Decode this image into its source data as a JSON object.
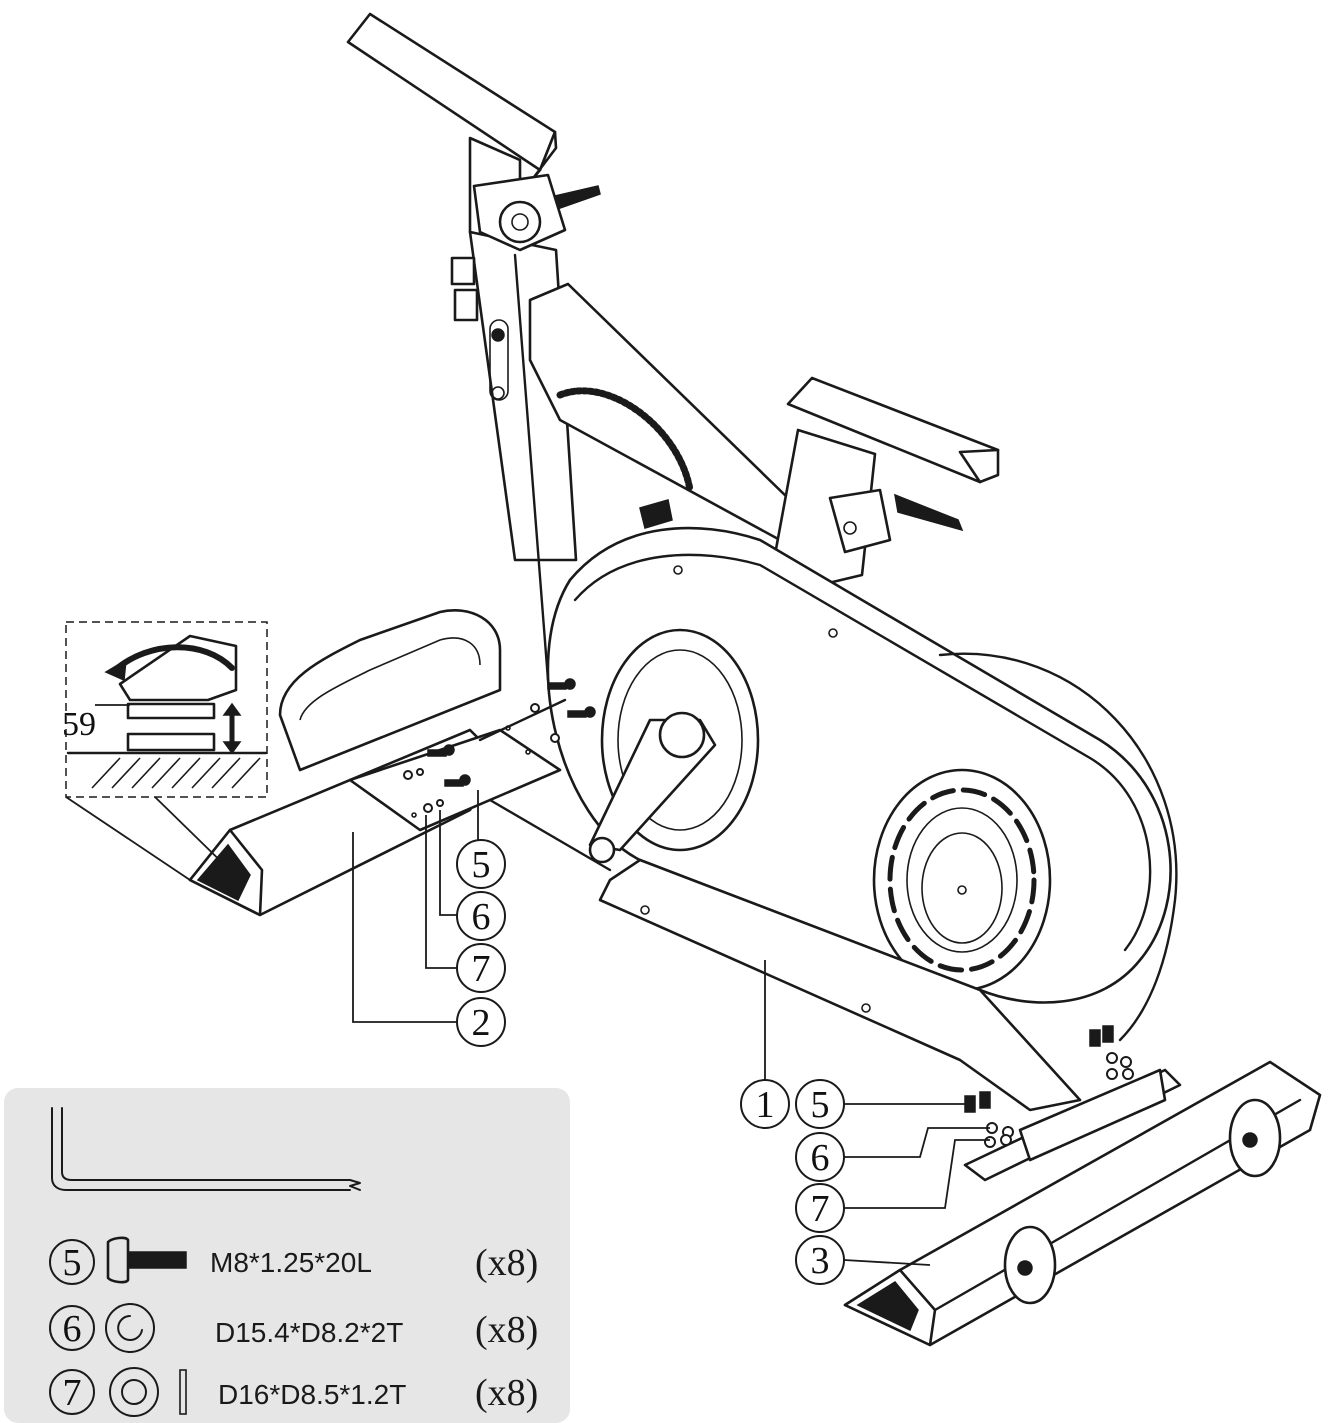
{
  "callouts": {
    "rear_stabilizer": "2",
    "rear_bolt": "5",
    "rear_spring_washer": "6",
    "rear_flat_washer": "7",
    "frame": "1",
    "front_bolt": "5",
    "front_spring_washer": "6",
    "front_flat_washer": "7",
    "front_stabilizer": "3",
    "leveler": "59"
  },
  "hardware": {
    "items": [
      {
        "num": "5",
        "spec": "M8*1.25*20L",
        "qty": "(x8)",
        "icon": "bolt-icon"
      },
      {
        "num": "6",
        "spec": "D15.4*D8.2*2T",
        "qty": "(x8)",
        "icon": "spring-washer-icon"
      },
      {
        "num": "7",
        "spec": "D16*D8.5*1.2T",
        "qty": "(x8)",
        "icon": "flat-washer-icon"
      }
    ],
    "tool_icon": "allen-key-icon",
    "panel_color": "#e6e6e6"
  }
}
